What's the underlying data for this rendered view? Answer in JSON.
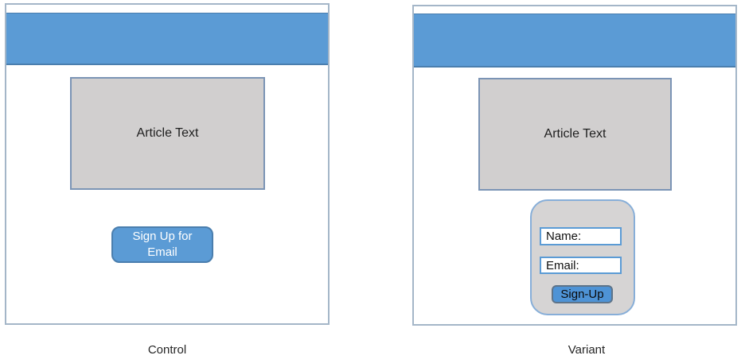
{
  "diagram": {
    "control": {
      "caption": "Control",
      "article_box_label": "Article Text",
      "signup_button": {
        "line1": "Sign Up for",
        "line2": "Email"
      }
    },
    "variant": {
      "caption": "Variant",
      "article_box_label": "Article Text",
      "name_field_label": "Name:",
      "email_field_label": "Email:",
      "signup_button_label": "Sign-Up"
    },
    "colors": {
      "header_blue": "#5B9BD5",
      "header_border_blue": "#4A7EAE",
      "frame_border": "#A4B6C8",
      "article_fill": "#D1CFCF",
      "article_border": "#7B94B5",
      "panel_fill": "#D6D4D4",
      "panel_border": "#87AED8",
      "input_border": "#5B9BD5",
      "cta_fill": "#5B9BD5",
      "small_button_fill": "#4E93D6",
      "cta_text": "#FFFFFF",
      "small_button_text": "#0A0A0A"
    }
  }
}
